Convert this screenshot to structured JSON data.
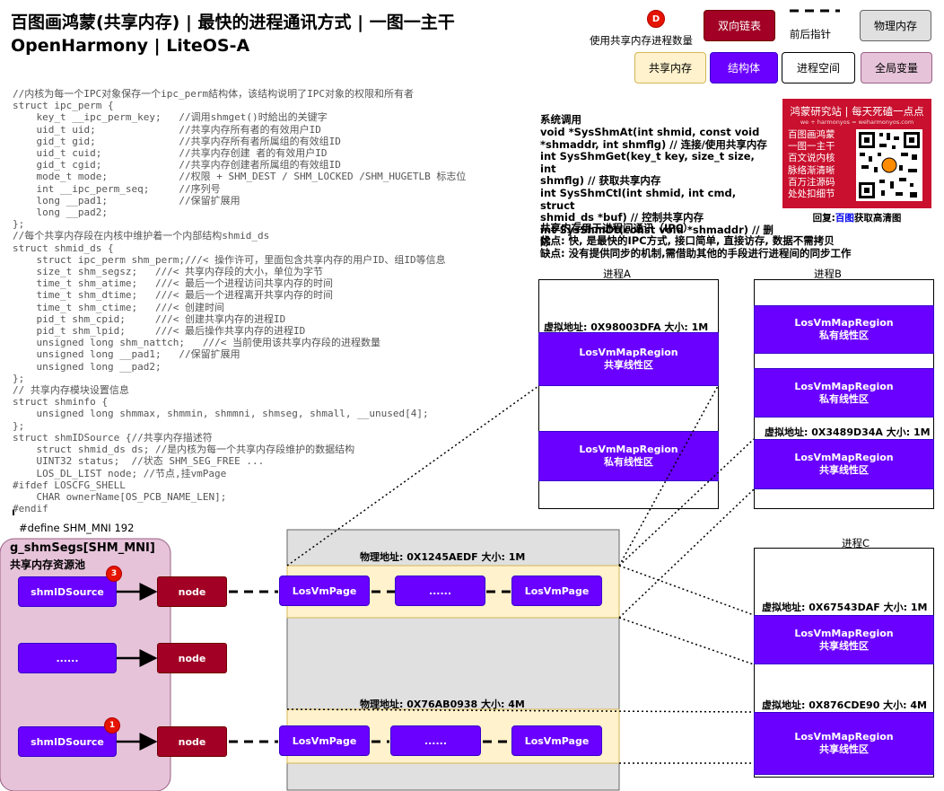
{
  "title": "百图画鸿蒙(共享内存) | 最快的进程通讯方式 | 一图一主干",
  "subtitle": "OpenHarmony | LiteOS-A",
  "legend": {
    "badge_letter": "D",
    "badge_caption": "使用共享内存进程数量",
    "doubly_list": "双向链表",
    "pointer_caption": "前后指针",
    "physical_memory": "物理内存",
    "shared_memory": "共享内存",
    "struct": "结构体",
    "process_space": "进程空间",
    "global_var": "全局变量"
  },
  "code_lines": [
    "//内核为每一个IPC对象保存一个ipc_perm結构体，该结构说明了IPC对象的权限和所有者",
    "struct ipc_perm {",
    "    key_t __ipc_perm_key;   //调用shmget()时給出的关键字",
    "    uid_t uid;              //共享内存所有者的有效用户ID",
    "    gid_t gid;              //共享内存所有者所属组的有效组ID",
    "    uid_t cuid;             //共享内存创建 者的有效用户ID",
    "    gid_t cgid;             //共享内存创建者所属组的有效组ID",
    "    mode_t mode;            //权限 + SHM_DEST / SHM_LOCKED /SHM_HUGETLB 标志位",
    "    int __ipc_perm_seq;     //序列号",
    "    long __pad1;            //保留扩展用",
    "    long __pad2;",
    "};",
    "//每个共享内存段在内核中维护着一个内部结构shmid_ds",
    "struct shmid_ds {",
    "    struct ipc_perm shm_perm;///< 操作许可，里面包含共享内存的用户ID、组ID等信息",
    "    size_t shm_segsz;   ///< 共享内存段的大小，单位为字节",
    "    time_t shm_atime;   ///< 最后一个进程访问共享内存的时间",
    "    time_t shm_dtime;   ///< 最后一个进程离开共享内存的时间",
    "    time_t shm_ctime;   ///< 创建时间",
    "    pid_t shm_cpid;     ///< 创建共享内存的进程ID",
    "    pid_t shm_lpid;     ///< 最后操作共享内存的进程ID",
    "    unsigned long shm_nattch;   ///< 当前使用该共享内存段的进程数量",
    "    unsigned long __pad1;   //保留扩展用",
    "    unsigned long __pad2;",
    "};",
    "// 共享内存模块设置信息",
    "struct shminfo {",
    "    unsigned long shmmax, shmmin, shmmni, shmseg, shmall, __unused[4];",
    "};",
    "struct shmIDSource {//共享内存描述符",
    "    struct shmid_ds ds; //是内核为每一个共享内存段维护的数据结构",
    "    UINT32 status;  //状态 SHM_SEG_FREE ...",
    "    LOS_DL_LIST node; //节点,挂vmPage",
    "#ifdef LOSCFG_SHELL",
    "    CHAR ownerName[OS_PCB_NAME_LEN];",
    "#endif"
  ],
  "define_text": "#define SHM_MNI 192",
  "pool": {
    "title": "g_shmSegs[SHM_MNI]",
    "subtitle": "共享内存资源池",
    "row1_label": "shmIDSource",
    "row1_badge": "3",
    "row2_label": "......",
    "row3_label": "shmIDSource",
    "row3_badge": "1",
    "node_label": "node"
  },
  "physical": {
    "block1_header": "物理地址: 0X1245AEDF  大小: 1M",
    "block2_header": "物理地址: 0X76AB0938  大小: 4M",
    "page_label": "LosVmPage",
    "ellipsis": "......"
  },
  "syscalls": {
    "heading": "系统调用",
    "lines": [
      "void *SysShmAt(int shmid, const void",
      "*shmaddr, int shmflg) // 连接/使用共享内存",
      "int SysShmGet(key_t key, size_t size, int",
      "shmflg) // 获取共享内存",
      "int SysShmCtl(int shmid, int cmd, struct",
      "shmid_ds *buf) // 控制共享内存",
      "int SysShmDt(const void *shmaddr) // 删除"
    ]
  },
  "summary": {
    "line1": "共享内存用于进程间通讯（IPC）",
    "line2": "优点: 快, 是最快的IPC方式, 接口简单, 直接访存, 数据不需拷贝",
    "line3": "缺点: 没有提供同步的机制,需借助其他的手段进行进程间的同步工作"
  },
  "promo": {
    "top": "鸿蒙研究站 | 每天死磕一点点",
    "sub": "we + harmonyos = weharmonyos.com",
    "lines": [
      "百图画鸿蒙",
      "一图一主干",
      "百文说内核",
      "脉络渐清晰",
      "百万注源码",
      "处处扣细节"
    ],
    "bottom_pre": "回复: ",
    "bottom_link": "百图",
    "bottom_post": " 获取高清图"
  },
  "processes": {
    "a_title": "进程A",
    "a_vaddr": "虚拟地址: 0X98003DFA  大小: 1M",
    "b_title": "进程B",
    "b_vaddr": "虚拟地址: 0X3489D34A  大小: 1M",
    "c_title": "进程C",
    "c_vaddr1": "虚拟地址: 0X67543DAF  大小: 1M",
    "c_vaddr2": "虚拟地址: 0X876CDE90  大小: 4M",
    "region_name": "LosVmMapRegion",
    "shared_region": "共享线性区",
    "private_region": "私有线性区"
  },
  "colors": {
    "struct_purple": "#6a00ff",
    "node_red": "#a20025",
    "shared_yellow": "#fff2cc",
    "pool_pink": "#e6c3d9",
    "badge_red": "#e51400"
  }
}
